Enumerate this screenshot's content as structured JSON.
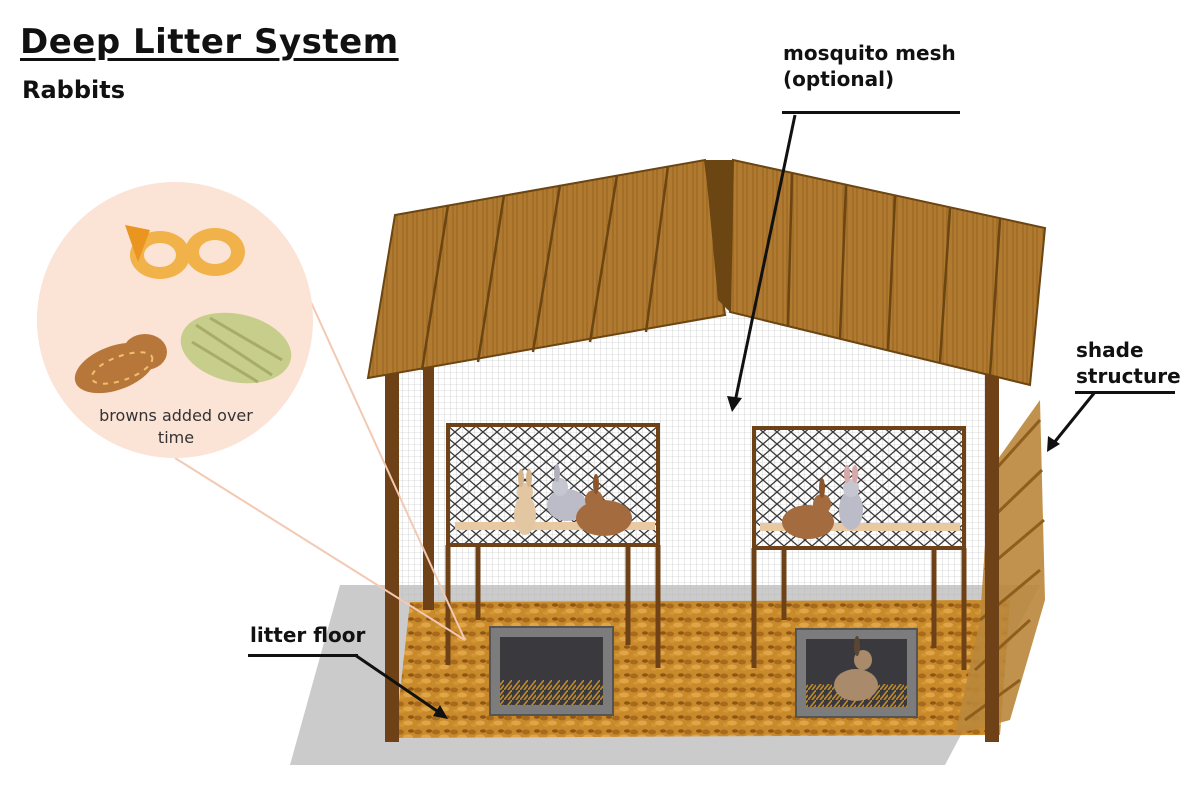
{
  "title": "Deep Litter System",
  "subtitle": "Rabbits",
  "labels": {
    "mosquito_mesh_line1": "mosquito mesh",
    "mosquito_mesh_line2": "(optional)",
    "shade_line1": "shade",
    "shade_line2": "structure",
    "litter_floor": "litter floor",
    "browns_line1": "browns added over",
    "browns_line2": "time"
  },
  "colors": {
    "roof": "#a8722a",
    "roof_dark": "#6b4512",
    "post": "#6e4216",
    "litter": "#c98a2c",
    "floor_shadow": "#c8c8c8",
    "circle": "#fbe3d6"
  }
}
